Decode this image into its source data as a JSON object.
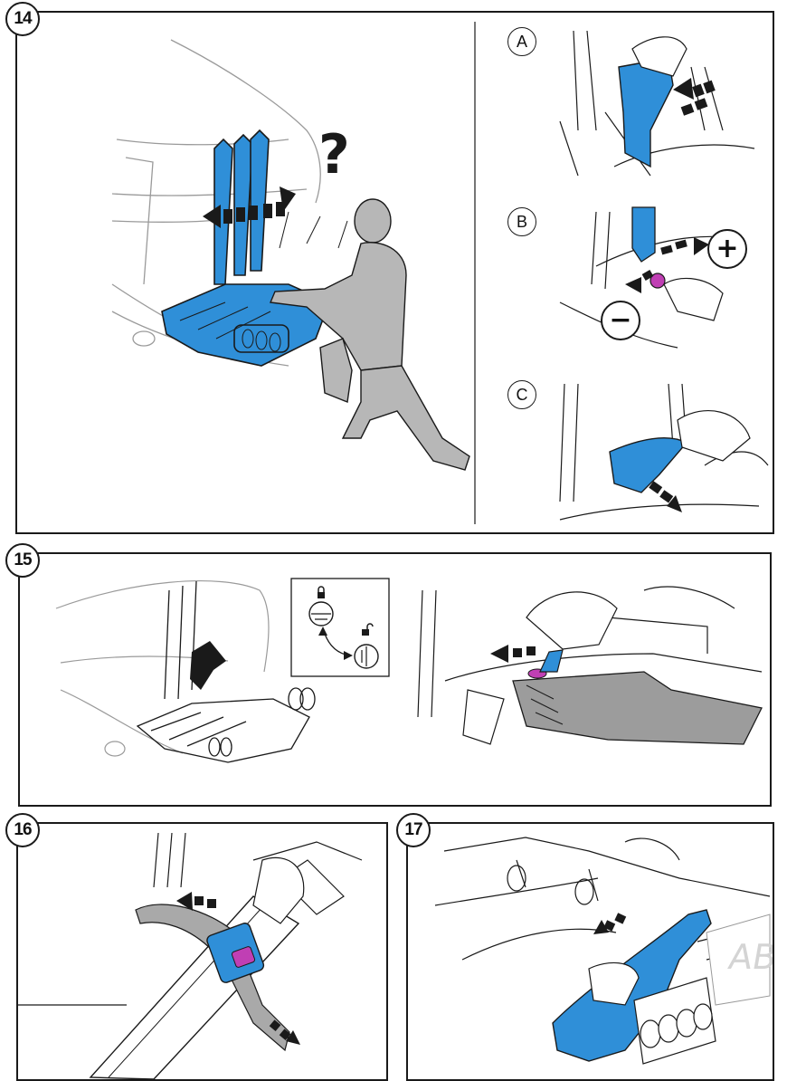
{
  "steps": {
    "s14": {
      "number": "14",
      "question_mark": "?",
      "sub": {
        "a": "A",
        "b": "B",
        "c": "C"
      },
      "plus": "+",
      "minus": "−"
    },
    "s15": {
      "number": "15"
    },
    "s16": {
      "number": "16"
    },
    "s17": {
      "number": "17",
      "plate_text": "AB"
    }
  },
  "colors": {
    "carrier_blue": "#2f8fd8",
    "carrier_dark": "#1c5f99",
    "key_magenta": "#c03fb4",
    "person_gray": "#b7b7b7",
    "line": "#1a1a1a",
    "car_line": "#9a9a9a"
  },
  "icons": [
    "lock-closed-icon",
    "lock-open-icon",
    "double-arrow-icon"
  ]
}
